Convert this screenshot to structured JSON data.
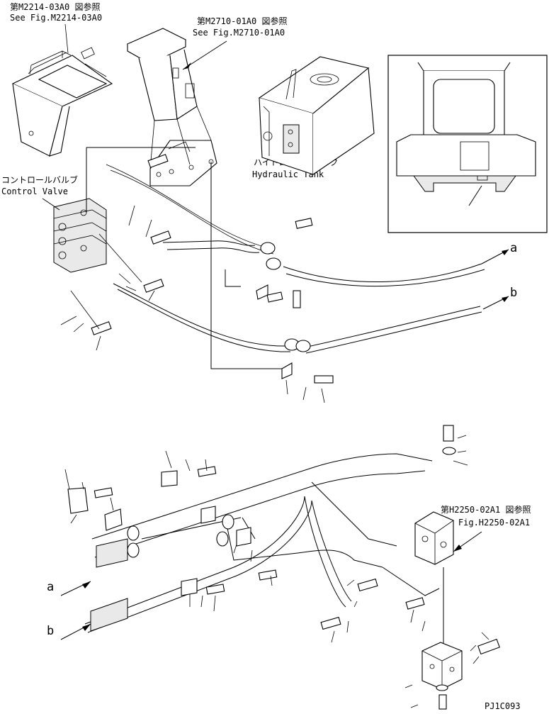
{
  "references": {
    "top_left": {
      "jp": "第M2214-03A0 図参照",
      "en": "See Fig.M2214-03A0"
    },
    "top_center": {
      "jp": "第M2710-01A0 図参照",
      "en": "See Fig.M2710-01A0"
    },
    "right_middle": {
      "jp": "第H2250-02A1 図参照",
      "en": "See Fig.H2250-02A1"
    }
  },
  "components": {
    "control_valve": {
      "jp": "コントロールバルブ",
      "en": "Control Valve"
    },
    "hydraulic_tank": {
      "jp": "ハイドロリックタンク",
      "en": "Hydraulic Tank"
    }
  },
  "connection_markers": {
    "upper_a": "a",
    "upper_b": "b",
    "lower_a": "a",
    "lower_b": "b"
  },
  "figure_code": "PJ1C093"
}
